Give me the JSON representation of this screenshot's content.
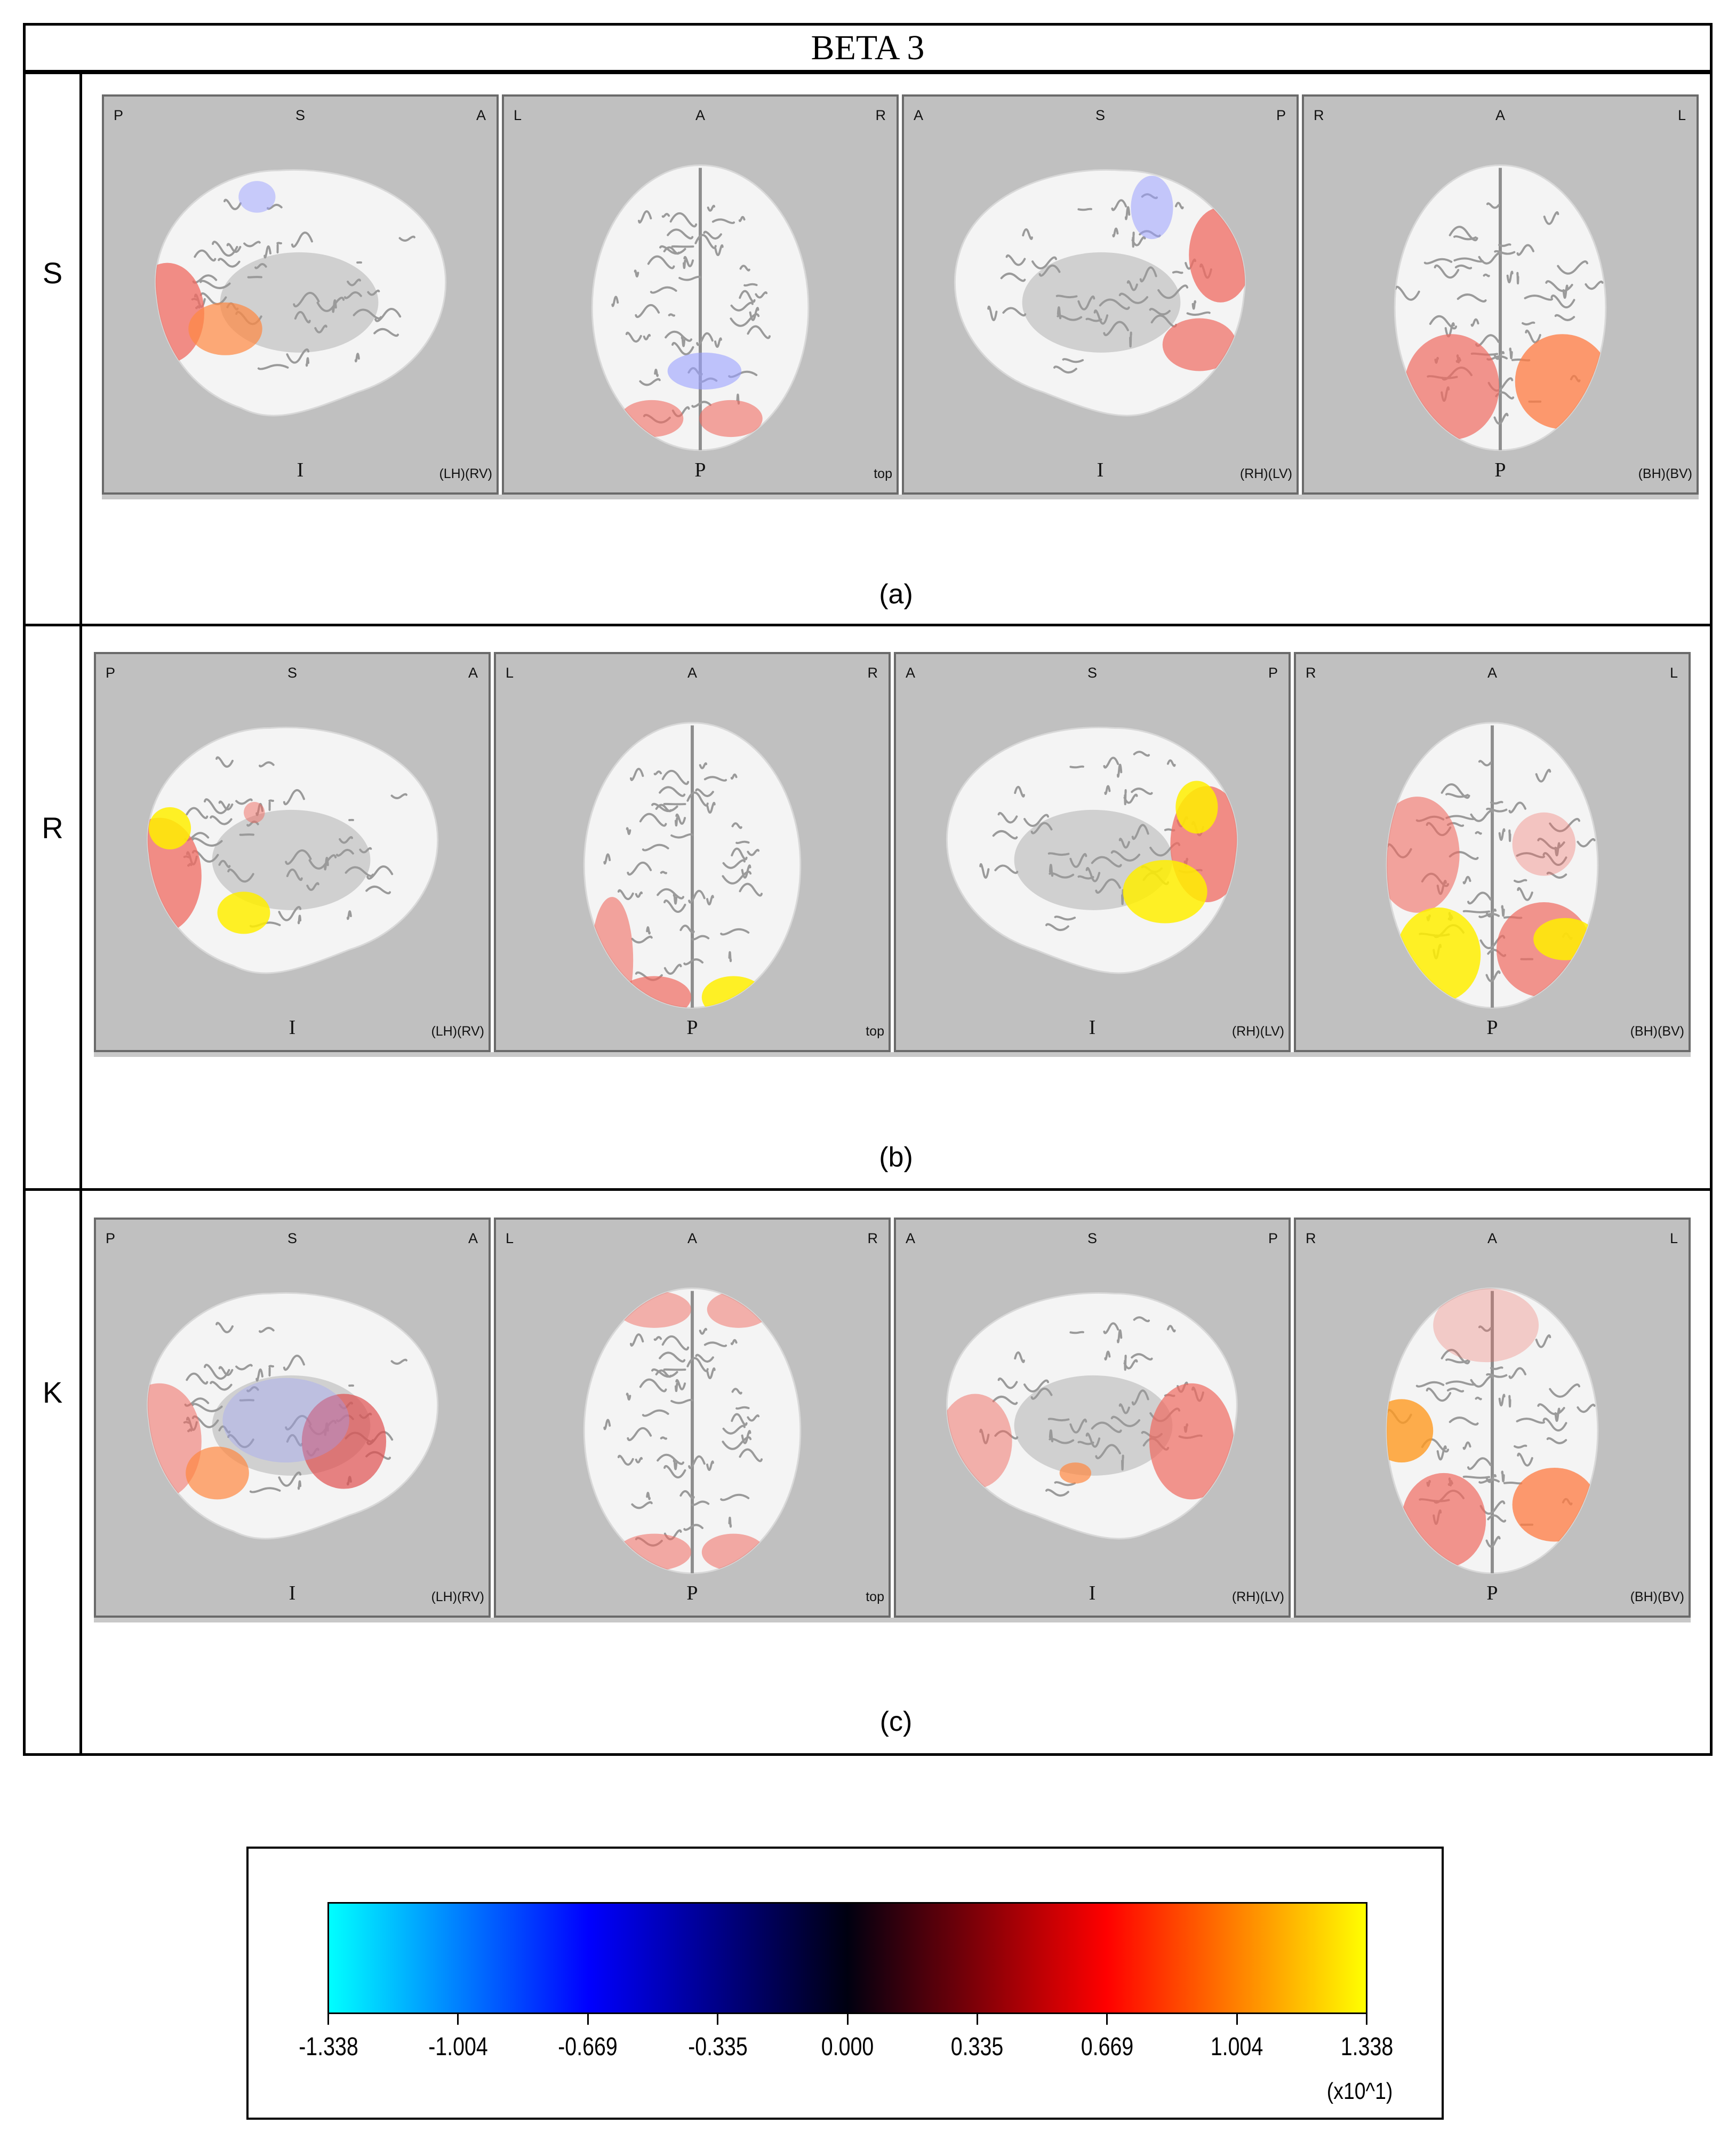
{
  "title": "BETA 3",
  "rows": [
    {
      "label": "S",
      "caption": "(a)",
      "panels": [
        {
          "top_left": "P",
          "top_center": "S",
          "top_right": "A",
          "bottom_center": "I",
          "bottom_right": "(LH)(RV)",
          "view": "medial-left"
        },
        {
          "top_left": "L",
          "top_center": "A",
          "top_right": "R",
          "bottom_center": "P",
          "bottom_right": "top",
          "view": "top"
        },
        {
          "top_left": "A",
          "top_center": "S",
          "top_right": "P",
          "bottom_center": "I",
          "bottom_right": "(RH)(LV)",
          "view": "medial-right"
        },
        {
          "top_left": "R",
          "top_center": "A",
          "top_right": "L",
          "bottom_center": "P",
          "bottom_right": "(BH)(BV)",
          "view": "bottom"
        }
      ]
    },
    {
      "label": "R",
      "caption": "(b)",
      "panels": [
        {
          "top_left": "P",
          "top_center": "S",
          "top_right": "A",
          "bottom_center": "I",
          "bottom_right": "(LH)(RV)",
          "view": "medial-left"
        },
        {
          "top_left": "L",
          "top_center": "A",
          "top_right": "R",
          "bottom_center": "P",
          "bottom_right": "top",
          "view": "top"
        },
        {
          "top_left": "A",
          "top_center": "S",
          "top_right": "P",
          "bottom_center": "I",
          "bottom_right": "(RH)(LV)",
          "view": "medial-right"
        },
        {
          "top_left": "R",
          "top_center": "A",
          "top_right": "L",
          "bottom_center": "P",
          "bottom_right": "(BH)(BV)",
          "view": "bottom"
        }
      ]
    },
    {
      "label": "K",
      "caption": "(c)",
      "panels": [
        {
          "top_left": "P",
          "top_center": "S",
          "top_right": "A",
          "bottom_center": "I",
          "bottom_right": "(LH)(RV)",
          "view": "medial-left"
        },
        {
          "top_left": "L",
          "top_center": "A",
          "top_right": "R",
          "bottom_center": "P",
          "bottom_right": "top",
          "view": "top"
        },
        {
          "top_left": "A",
          "top_center": "S",
          "top_right": "P",
          "bottom_center": "I",
          "bottom_right": "(RH)(LV)",
          "view": "medial-right"
        },
        {
          "top_left": "R",
          "top_center": "A",
          "top_right": "L",
          "bottom_center": "P",
          "bottom_right": "(BH)(BV)",
          "view": "bottom"
        }
      ]
    }
  ],
  "colorbar": {
    "ticks": [
      "-1.338",
      "-1.004",
      "-0.669",
      "-0.335",
      "0.000",
      "0.335",
      "0.669",
      "1.004",
      "1.338"
    ],
    "scale_note": "(x10^1)",
    "colors": [
      "#00ffff",
      "#0000ff",
      "#000010",
      "#ff0000",
      "#ffff00"
    ]
  }
}
